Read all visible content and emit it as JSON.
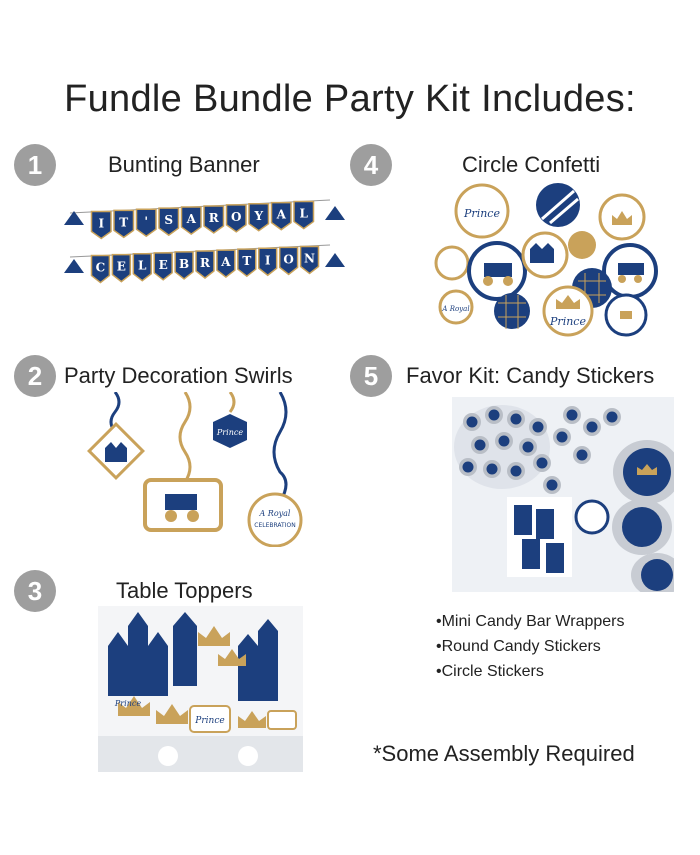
{
  "title": "Fundle Bundle Party Kit Includes:",
  "colors": {
    "badge": "#9e9e9e",
    "navy": "#1c3f7e",
    "gold": "#c9a25a"
  },
  "sections": [
    {
      "number": "1",
      "label": "Bunting Banner"
    },
    {
      "number": "2",
      "label": "Party Decoration Swirls"
    },
    {
      "number": "3",
      "label": "Table Toppers"
    },
    {
      "number": "4",
      "label": "Circle Confetti"
    },
    {
      "number": "5",
      "label": "Favor Kit: Candy Stickers"
    }
  ],
  "banner": {
    "row1": [
      "I",
      "T",
      "'",
      "S",
      "A",
      "R",
      "O",
      "Y",
      "A",
      "L"
    ],
    "row2": [
      "C",
      "E",
      "L",
      "E",
      "B",
      "R",
      "A",
      "T",
      "I",
      "O",
      "N"
    ]
  },
  "prince_text": "Prince",
  "royal_text": "A Royal",
  "celebration_text": "CELEBRATION",
  "favor_items": [
    "•Mini Candy Bar Wrappers",
    "•Round Candy Stickers",
    "•Circle Stickers"
  ],
  "assembly_note": "*Some Assembly Required"
}
